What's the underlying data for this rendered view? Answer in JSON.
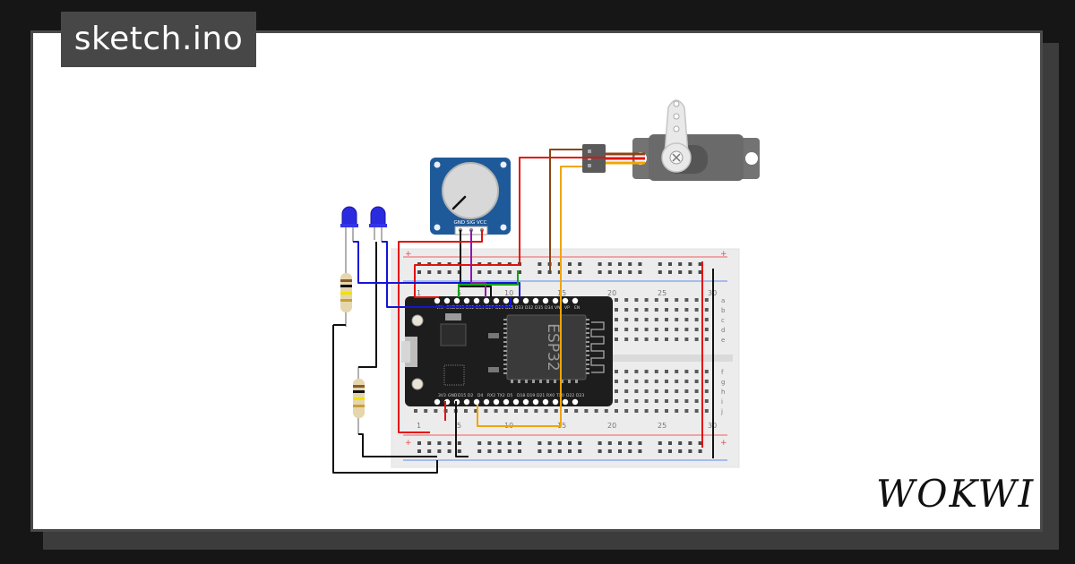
{
  "header": {
    "sketch_name": "sketch.ino"
  },
  "brand": {
    "logo_text": "WOKWI"
  },
  "breadboard": {
    "column_numbers_top": [
      "1",
      "5",
      "10",
      "15",
      "20",
      "25",
      "30"
    ],
    "column_numbers_bottom": [
      "1",
      "5",
      "10",
      "15",
      "20",
      "25",
      "30"
    ],
    "rows_top": [
      "a",
      "b",
      "c",
      "d",
      "e"
    ],
    "rows_bottom": [
      "f",
      "g",
      "h",
      "i",
      "j"
    ]
  },
  "esp32": {
    "label": "ESP32",
    "pins_top": [
      "VIN",
      "GND",
      "D13",
      "D12",
      "D14",
      "D27",
      "D26",
      "D25",
      "D33",
      "D32",
      "D35",
      "D34",
      "VN",
      "VP",
      "EN"
    ],
    "pins_bottom": [
      "3V3",
      "GND",
      "D15",
      "D2",
      "D4",
      "RX2",
      "TX2",
      "D5",
      "D18",
      "D19",
      "D21",
      "RX0",
      "TX0",
      "D22",
      "D23"
    ]
  },
  "potentiometer": {
    "pin_labels": "GND SIG VCC"
  },
  "colors": {
    "wire_red": "#e3120b",
    "wire_black": "#111111",
    "wire_blue": "#1515d6",
    "wire_green": "#17a317",
    "wire_purple": "#8a18b0",
    "wire_brown": "#8b4513",
    "wire_orange": "#f0a500",
    "led_blue": "#2a2adf",
    "board_black": "#1d1d1d",
    "pot_board": "#1e5a9a"
  }
}
